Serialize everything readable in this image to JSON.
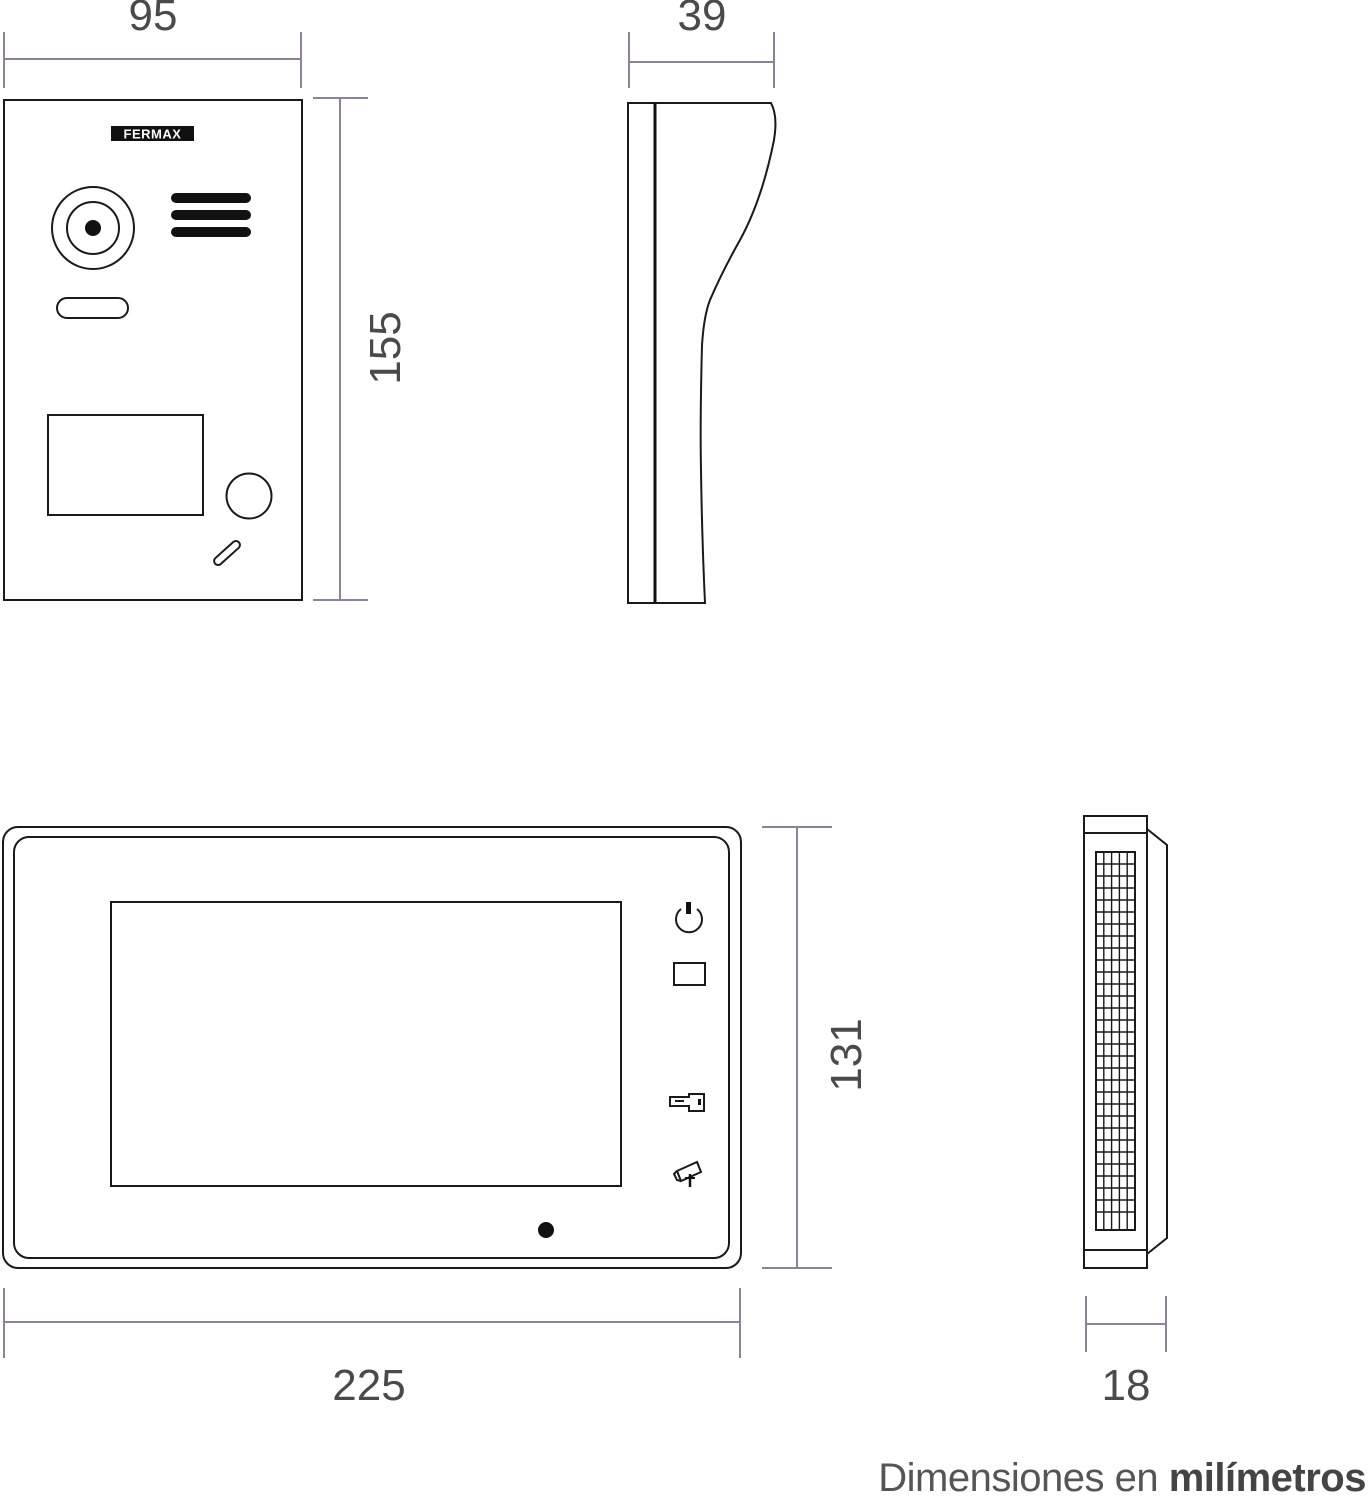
{
  "figure": {
    "type": "technical-dimension-drawing",
    "units_caption": {
      "prefix": "Dimensiones en ",
      "emphasis": "milímetros"
    },
    "colors": {
      "outline": "#1a1a1a",
      "dimension_line": "#8f8297",
      "dimension_text": "#4a4a4a"
    }
  },
  "outdoor_panel_front": {
    "brand_logo": "FERMAX",
    "width_label": "95",
    "height_label": "155",
    "components": [
      "camera-lens",
      "speaker-grille",
      "name-tag-slot",
      "directory-window",
      "call-button",
      "microphone-slot"
    ]
  },
  "outdoor_panel_side": {
    "depth_label": "39"
  },
  "monitor_front": {
    "width_label": "225",
    "height_label": "131",
    "buttons": [
      "power-icon",
      "blank-button",
      "door-key-icon",
      "camera-icon"
    ],
    "components": [
      "screen",
      "microphone-dot"
    ]
  },
  "monitor_side": {
    "depth_label": "18"
  }
}
